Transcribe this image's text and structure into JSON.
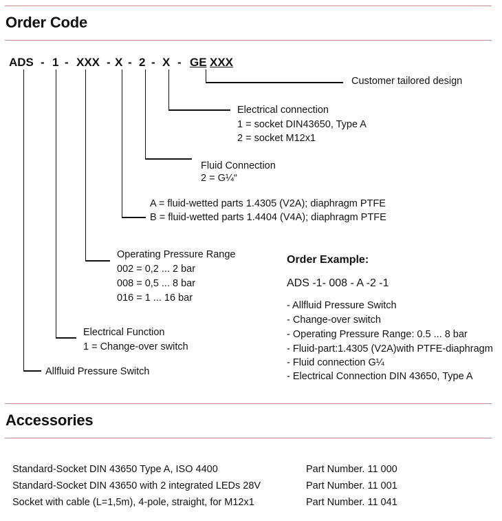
{
  "order_code": {
    "heading": "Order Code",
    "code_tokens": [
      "ADS",
      "-",
      "1",
      "-",
      "XXX",
      "-",
      "X",
      "-",
      "2",
      "-",
      "X",
      "-",
      "GE",
      "XXX"
    ],
    "customer": "Customer tailored design",
    "electrical_connection": {
      "title": "Electrical connection",
      "lines": [
        "1 = socket DIN43650, Type A",
        "2 = socket M12x1"
      ]
    },
    "fluid_connection": {
      "title": "Fluid Connection",
      "lines": [
        "2 =  G¼“"
      ]
    },
    "fluid_parts": {
      "lines": [
        "A = fluid-wetted parts 1.4305 (V2A); diaphragm PTFE",
        "B = fluid-wetted parts 1.4404 (V4A); diaphragm PTFE"
      ]
    },
    "pressure_range": {
      "title": "Operating Pressure Range",
      "lines": [
        "002 = 0,2 ... 2 bar",
        "008 = 0,5 ... 8 bar",
        "016 =  1 ... 16 bar"
      ]
    },
    "electrical_function": {
      "title": "Electrical Function",
      "lines": [
        "1 = Change-over switch"
      ]
    },
    "product": "Allfluid Pressure Switch"
  },
  "order_example": {
    "title": "Order Example:",
    "code": "ADS -1- 008 - A -2 -1",
    "items": [
      "- Allfluid Pressure Switch",
      "- Change-over switch",
      "- Operating Pressure Range:  0.5 ... 8 bar",
      "- Fluid-part:1.4305 (V2A)with PTFE-diaphragm",
      "- Fluid connection G¼",
      "- Electrical Connection DIN 43650, Type A"
    ]
  },
  "accessories": {
    "heading": "Accessories",
    "rows": [
      {
        "desc": "Standard-Socket  DIN 43650 Type A, ISO 4400",
        "part": "Part Number.  11 000"
      },
      {
        "desc": "Standard-Socket  DIN 43650 with 2 integrated LEDs   28V",
        "part": "Part Number.  11 001"
      },
      {
        "desc": "Socket with cable (L=1,5m), 4-pole, straight, for M12x1",
        "part": "Part Number.  11 041"
      }
    ]
  }
}
